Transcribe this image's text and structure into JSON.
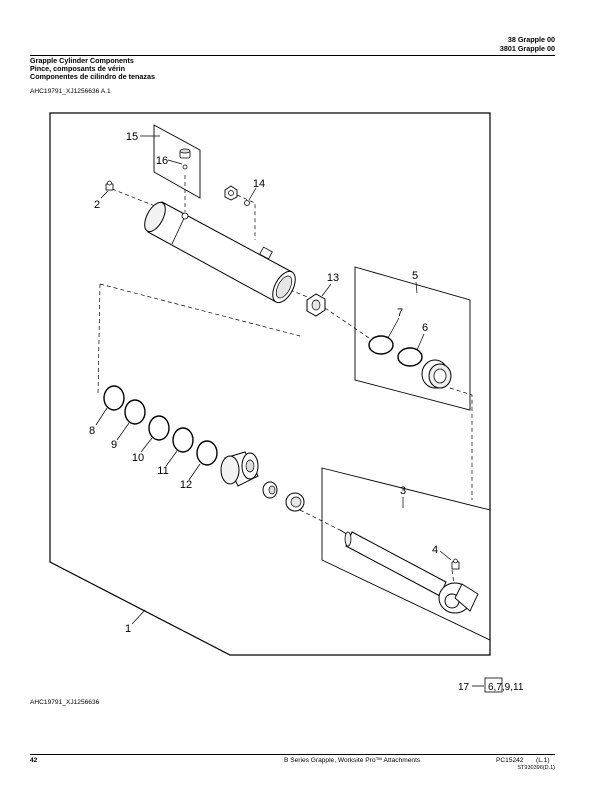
{
  "header": {
    "line1": "38  Grapple  00",
    "line2": "3801  Grapple  00"
  },
  "title": {
    "en": "Grapple Cylinder Components",
    "fr": "Pince, composants de vérin",
    "es": "Componentes de cilindro de tenazas"
  },
  "figure_code_top": "AHC19791_XJ1256636 A.1",
  "figure_code_bottom": "AHC19791_XJ1256636",
  "callouts": {
    "c1": "1",
    "c2": "2",
    "c3": "3",
    "c4": "4",
    "c5": "5",
    "c6": "6",
    "c7": "7",
    "c8": "8",
    "c9": "9",
    "c10": "10",
    "c11": "11",
    "c12": "12",
    "c13": "13",
    "c14": "14",
    "c15": "15",
    "c16": "16"
  },
  "kit_note": {
    "item": "17",
    "contents": "6,7,9,11"
  },
  "footer": {
    "page_number": "42",
    "publication": "B Series Grapple, Worksite Pro™ Attachments",
    "pc_number": "PC15242",
    "revision": "(L.1)",
    "doc_code": "ST930396(D.1)"
  }
}
